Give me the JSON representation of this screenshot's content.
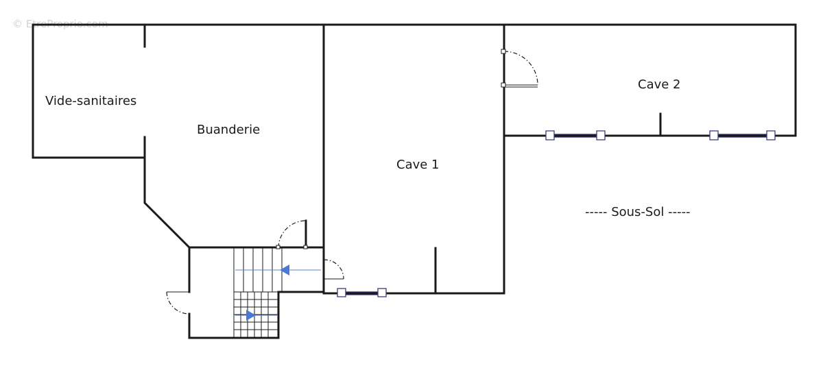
{
  "watermark": "© EtreProprio.com",
  "rooms": {
    "vide_sanitaires": "Vide-sanitaires",
    "buanderie": "Buanderie",
    "cave_1": "Cave 1",
    "cave_2": "Cave 2"
  },
  "level": {
    "label": "----- Sous-Sol -----"
  },
  "colors": {
    "walls": "#1a1a1a",
    "stair_arrow": "#4a78d4",
    "window_frame": "#3a3a7a",
    "background": "#ffffff"
  }
}
